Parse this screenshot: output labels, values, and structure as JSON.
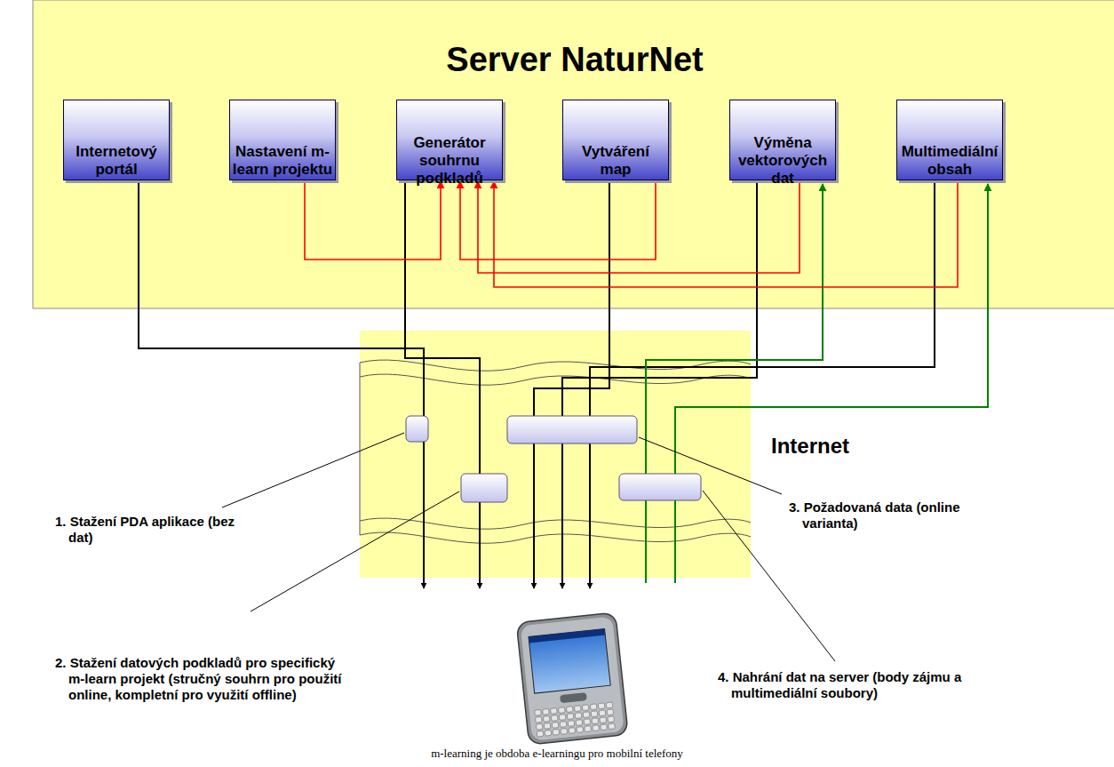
{
  "diagram": {
    "caption": "m-learning je obdoba e-learningu pro mobilní telefony",
    "nodes": [
      {
        "text": [
          "Server NaturNet"
        ]
      },
      {
        "text": [
          "Internetový portál"
        ],
        "in": 0
      },
      {
        "text": [
          "Nastavení m-learn projektu"
        ],
        "in": 0
      },
      {
        "text": [
          "Generátor souhrnu podkladů"
        ],
        "in": 0
      },
      {
        "text": [
          "Vytváření map"
        ],
        "in": 0
      },
      {
        "text": [
          "Výměna vektorových dat"
        ],
        "in": 0
      },
      {
        "text": [
          "Multimediální obsah"
        ],
        "in": 0
      },
      {
        "text": [
          "Internet"
        ]
      }
    ],
    "edges": [
      {
        "from": 2,
        "to": 3,
        "arrow": "to"
      },
      {
        "from": 4,
        "to": 3,
        "arrow": "to"
      },
      {
        "from": 5,
        "to": 3,
        "arrow": "to"
      },
      {
        "from": 6,
        "to": 3,
        "arrow": "to"
      }
    ],
    "labels": [
      "1. Stažení PDA aplikace (bez dat)",
      "2. Stažení datových podkladů pro specifický m-learn projekt (stručný souhrn pro použití online, kompletní pro využití offline)",
      "3. Požadovaná data (online varianta)",
      "4. Nahrání dat na server (body zájmu a multimediální soubory)"
    ]
  }
}
